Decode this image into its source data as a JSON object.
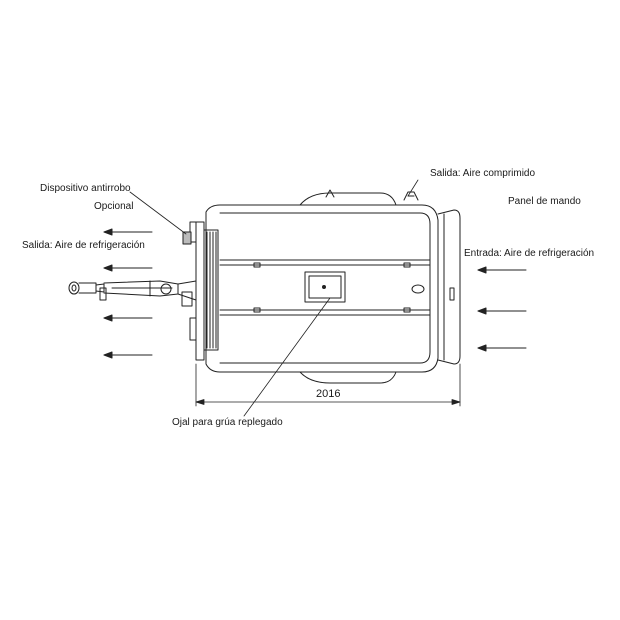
{
  "labels": {
    "dispositivo": "Dispositivo antirrobo",
    "opcional": "Opcional",
    "salida_refrigeracion": "Salida: Aire de refrigeración",
    "salida_comprimido": "Salida: Aire comprimido",
    "panel_mando": "Panel de mando",
    "entrada_refrigeracion": "Entrada: Aire de refrigeración",
    "ojal_grua": "Ojal para grúa replegado"
  },
  "dimension": {
    "width_value": "2016"
  }
}
